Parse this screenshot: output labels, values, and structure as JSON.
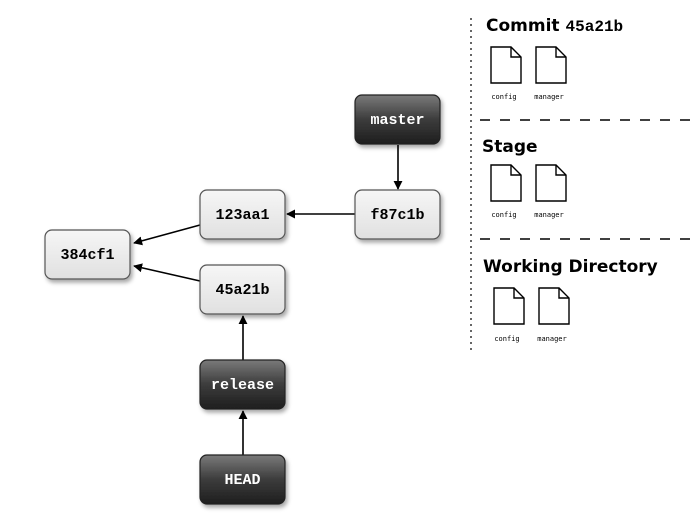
{
  "commits": {
    "c384cf1": "384cf1",
    "c123aa1": "123aa1",
    "c45a21b": "45a21b",
    "cf87c1b": "f87c1b"
  },
  "refs": {
    "master": "master",
    "release": "release",
    "head": "HEAD"
  },
  "panel": {
    "commit": {
      "title": "Commit",
      "hash": "45a21b",
      "files": [
        "config",
        "manager"
      ]
    },
    "stage": {
      "title": "Stage",
      "files": [
        "config",
        "manager"
      ]
    },
    "working_directory": {
      "title": "Working Directory",
      "files": [
        "config",
        "manager"
      ]
    }
  },
  "colors": {
    "commit_node_fill": "#ececec",
    "ref_node_fill_top": "#7a7a7a",
    "ref_node_fill_bottom": "#1e1e1e",
    "ref_text": "#ffffff",
    "edge": "#000000"
  }
}
